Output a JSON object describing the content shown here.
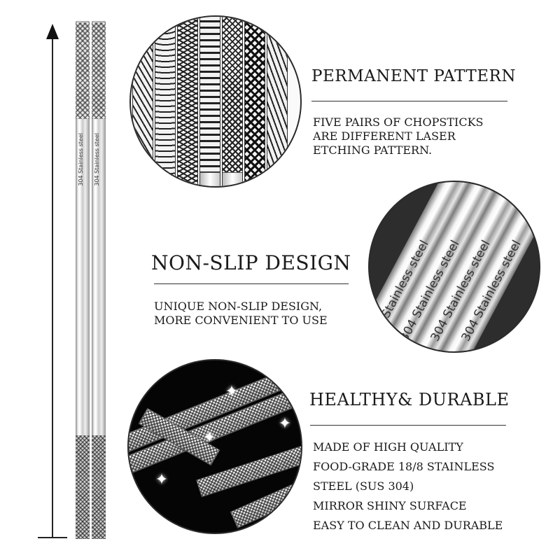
{
  "stick_engraving": "304 Stainless steel",
  "features": {
    "pattern": {
      "title": "PERMANENT PATTERN",
      "lines": [
        "FIVE PAIRS OF CHOPSTICKS",
        "ARE DIFFERENT LASER",
        "ETCHING PATTERN."
      ]
    },
    "nonslip": {
      "title": "NON-SLIP DESIGN",
      "lines": [
        "UNIQUE NON-SLIP DESIGN,",
        "MORE CONVENIENT TO USE"
      ]
    },
    "healthy": {
      "title": "HEALTHY& DURABLE",
      "lines": [
        "MADE OF HIGH QUALITY",
        "FOOD-GRADE 18/8 STAINLESS",
        "STEEL (SUS 304)",
        "MIRROR SHINY SURFACE",
        "EASY TO CLEAN AND DURABLE"
      ]
    }
  },
  "colors": {
    "background": "#ffffff",
    "text": "#1a1a1a",
    "steel": "#c9c9c9"
  },
  "icons": [
    "sparkle-icon",
    "arrow-up-icon"
  ]
}
